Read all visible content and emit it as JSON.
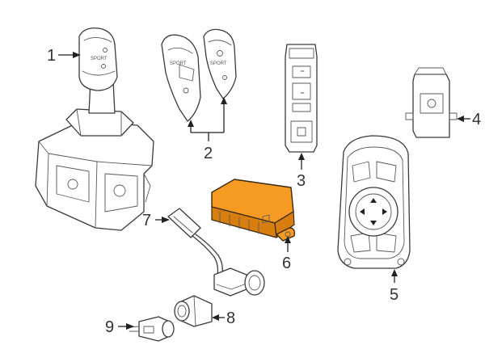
{
  "callouts": [
    {
      "id": "1",
      "label": "1"
    },
    {
      "id": "2",
      "label": "2"
    },
    {
      "id": "3",
      "label": "3"
    },
    {
      "id": "4",
      "label": "4"
    },
    {
      "id": "5",
      "label": "5"
    },
    {
      "id": "6",
      "label": "6"
    },
    {
      "id": "7",
      "label": "7"
    },
    {
      "id": "8",
      "label": "8"
    },
    {
      "id": "9",
      "label": "9"
    }
  ],
  "part_markings": {
    "shifter_sport": "SPORT",
    "paddle_sport": "SPORT"
  },
  "colors": {
    "highlight": "#f59a23",
    "line": "#3a3a3a",
    "background": "#ffffff"
  }
}
